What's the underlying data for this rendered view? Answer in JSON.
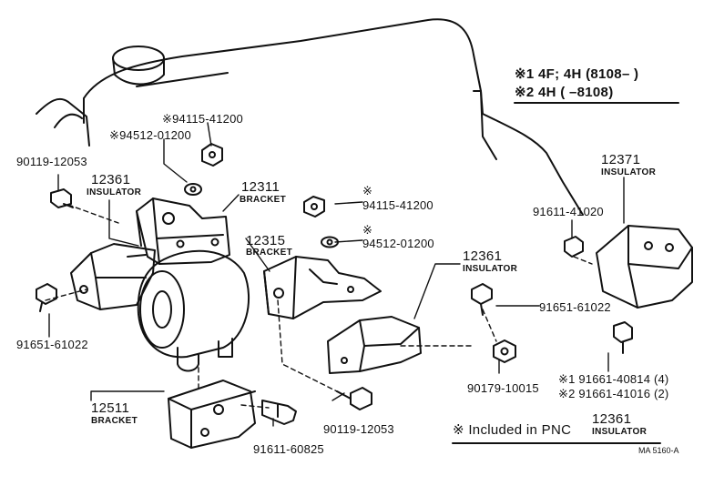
{
  "notes": {
    "line1": "※1 4F; 4H  (8108–        )",
    "line2": "※2 4H  (          –8108)"
  },
  "parts": {
    "p94115_top": "※94115-41200",
    "p94512_top": "※94512-01200",
    "p90119_a": "90119-12053",
    "p12361_a": "12361",
    "n12361_a": "INSULATOR",
    "p12311": "12311",
    "n12311": "BRACKET",
    "mark_94115_mid": "※",
    "p94115_mid": "94115-41200",
    "p12315": "12315",
    "n12315": "BRACKET",
    "mark_94512_mid": "※",
    "p94512_mid": "94512-01200",
    "p12371": "12371",
    "n12371": "INSULATOR",
    "p91611_41020": "91611-41020",
    "p12361_b": "12361",
    "n12361_b": "INSULATOR",
    "p91651_61022_b": "91651-61022",
    "p91651_61022_a": "91651-61022",
    "p90179": "90179-10015",
    "p91661_1": "※1 91661-40814  (4)",
    "p91661_2": "※2 91661-41016  (2)",
    "p12511": "12511",
    "n12511": "BRACKET",
    "p90119_b": "90119-12053",
    "p91611_60825": "91611-60825"
  },
  "footer": {
    "included_text": "※ Included in PNC",
    "pnc_number": "12361",
    "pnc_name": "INSULATOR",
    "code": "MA  5160-A"
  }
}
